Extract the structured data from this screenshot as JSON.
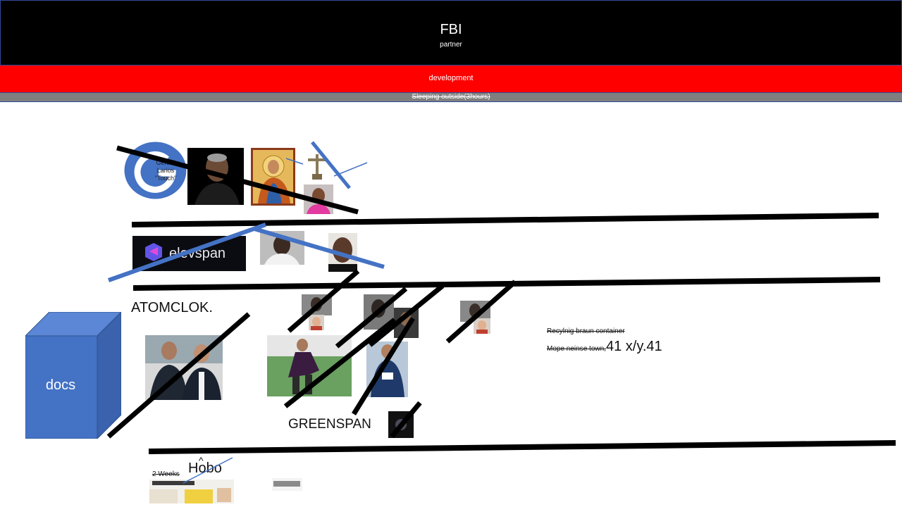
{
  "header": {
    "title": "FBI",
    "subtitle": "partner",
    "red_band": "development",
    "grey_band": "Sleeping outside(3hours)"
  },
  "board": {
    "g_logo": {
      "letter": "G",
      "caption": [
        "Gerald",
        "Larios",
        "\"Touch\""
      ]
    },
    "atomclok": "ATOMCLOK.",
    "greenspan": "GREENSPAN",
    "cube_label": "docs",
    "note_line1": "Recylnig braun container",
    "note_line2_strike": "Mope neinse town,",
    "note_line2_big": "41 x/y.41",
    "weeks": "2 Weeks",
    "caret": "^",
    "hobo": "Hobo",
    "brand_logo_text": "elevspan"
  },
  "colors": {
    "black": "#000000",
    "red": "#ff0000",
    "grey": "#7f7f7f",
    "blue": "#4472c4"
  }
}
